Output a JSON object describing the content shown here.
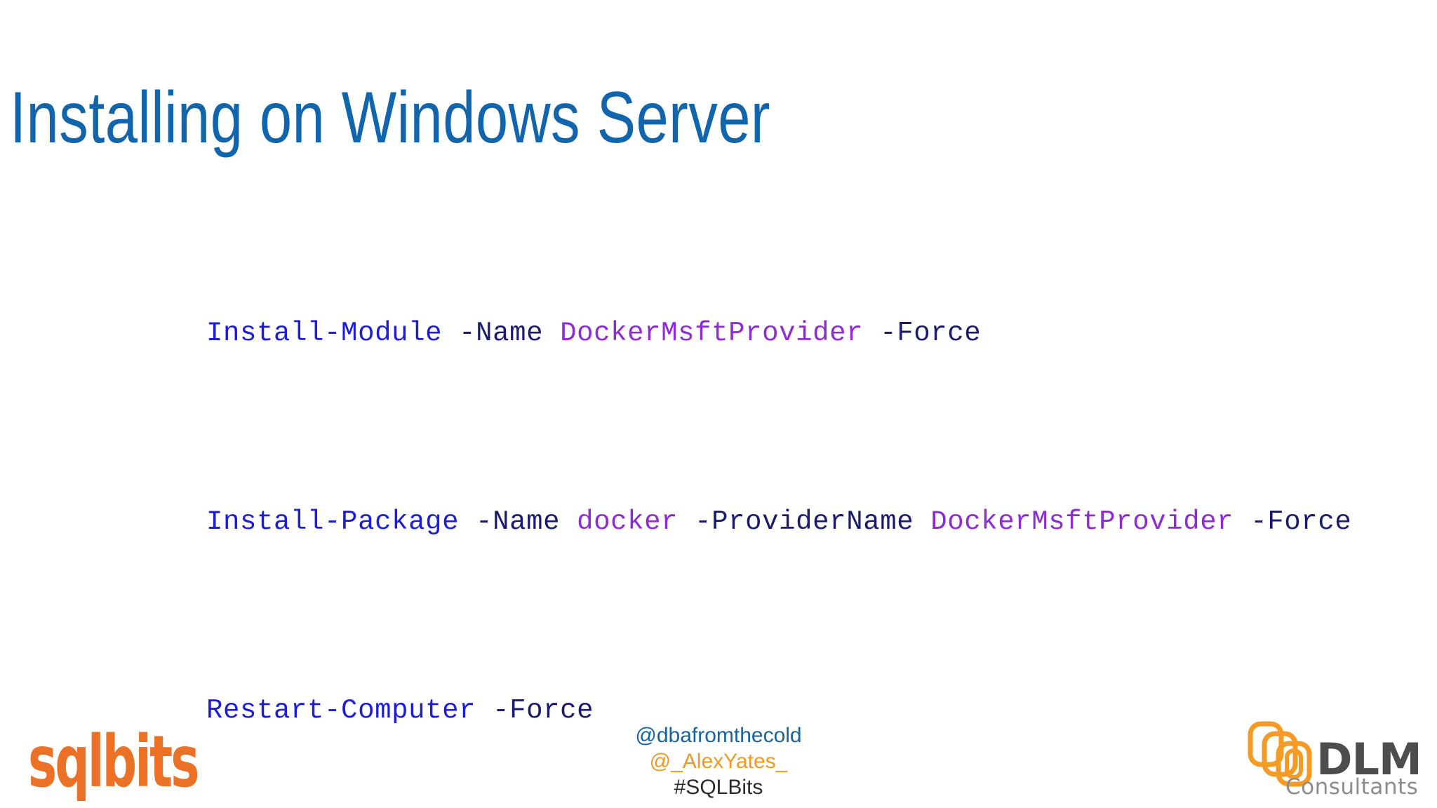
{
  "slide": {
    "title": "Installing on Windows Server",
    "background_color": "#ffffff",
    "title_color": "#1165ad"
  },
  "code": {
    "language": "powershell",
    "colors": {
      "cmdlet": "#1c1ce0",
      "parameter": "#1a1a70",
      "value": "#8f2ad6"
    },
    "lines": [
      {
        "full_text": "Install-Module -Name DockerMsftProvider -Force",
        "tokens": [
          {
            "text": "Install-Module",
            "type": "cmdlet"
          },
          {
            "text": " -Name ",
            "type": "parameter"
          },
          {
            "text": "DockerMsftProvider",
            "type": "value"
          },
          {
            "text": " -Force",
            "type": "parameter"
          }
        ]
      },
      {
        "full_text": "Install-Package -Name docker -ProviderName DockerMsftProvider -Force",
        "tokens": [
          {
            "text": "Install-Package",
            "type": "cmdlet"
          },
          {
            "text": " -Name ",
            "type": "parameter"
          },
          {
            "text": "docker",
            "type": "value"
          },
          {
            "text": " -ProviderName ",
            "type": "parameter"
          },
          {
            "text": "DockerMsftProvider",
            "type": "value"
          },
          {
            "text": " -Force",
            "type": "parameter"
          }
        ]
      },
      {
        "full_text": "Restart-Computer -Force",
        "tokens": [
          {
            "text": "Restart-Computer",
            "type": "cmdlet"
          },
          {
            "text": " -Force",
            "type": "parameter"
          }
        ]
      }
    ]
  },
  "footer": {
    "handles": [
      {
        "text": "@dbafromthecold",
        "color": "#15639f"
      },
      {
        "text": "@_AlexYates_",
        "color": "#eb9a26"
      },
      {
        "text": "#SQLBits",
        "color": "#2b2b2b"
      }
    ],
    "left_logo": {
      "name": "sqlbits",
      "wordmark": "sqlbits",
      "color": "#ea7125"
    },
    "right_logo": {
      "name": "dlm-consultants",
      "primary_text": "DLM",
      "secondary_text": "Consultants",
      "icon_color": "#f59a23",
      "primary_color": "#4d4d4d",
      "secondary_color": "#8c8c8c"
    }
  }
}
